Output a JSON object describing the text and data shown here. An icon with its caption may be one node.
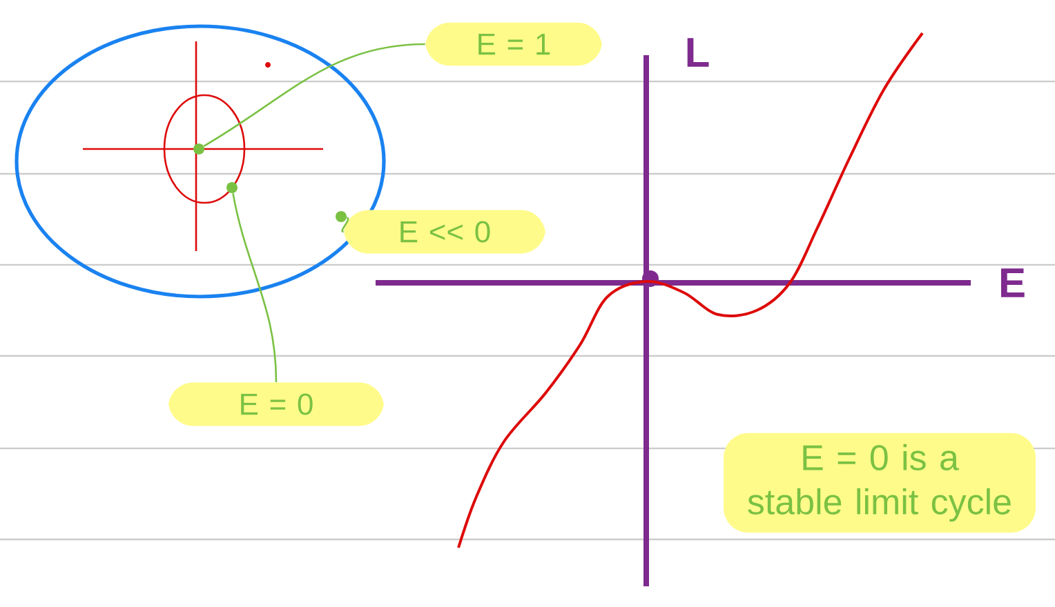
{
  "diagram": {
    "nodes": [
      {
        "text": [
          "E = 1"
        ]
      },
      {
        "text": [],
        "shape": "circle"
      },
      {
        "text": [
          "E = 0"
        ]
      },
      {
        "text": [],
        "shape": "circle"
      },
      {
        "text": [
          "E << 0"
        ]
      },
      {
        "text": [],
        "shape": "circle"
      },
      {
        "text": [
          "E = 0 is a stable limit cycle"
        ]
      }
    ],
    "edges": [
      {
        "from": 0,
        "to": 1,
        "arrow": "none"
      },
      {
        "from": 2,
        "to": 3,
        "arrow": "none"
      },
      {
        "from": 4,
        "to": 5,
        "arrow": "none"
      }
    ],
    "labels": [
      "L",
      "E"
    ]
  }
}
